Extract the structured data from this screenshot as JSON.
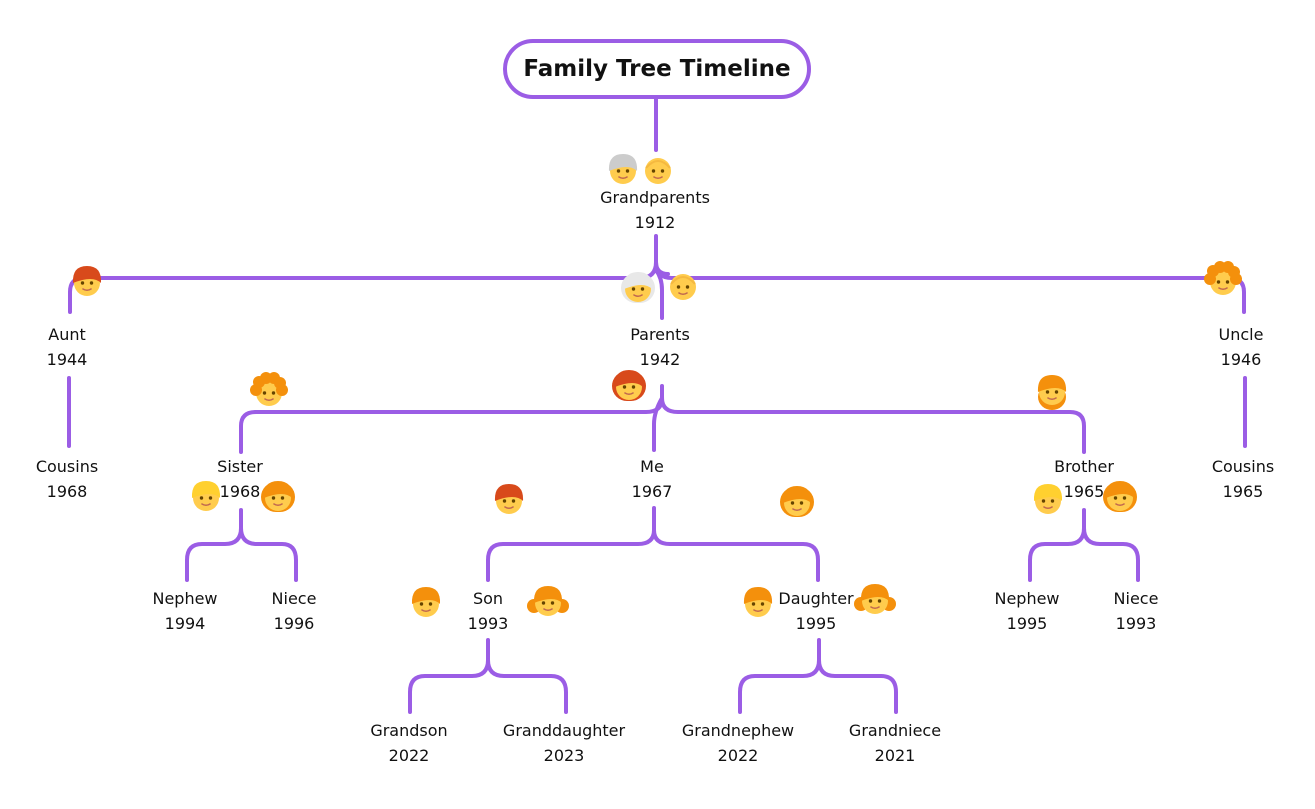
{
  "title": "Family Tree Timeline",
  "colors": {
    "line": "#9b5de5",
    "skin": "#ffcc4d",
    "hair_orange": "#f4900c",
    "hair_red": "#d84a1b",
    "hair_yellow": "#ffd02f",
    "hair_gray": "#cccccc",
    "hair_white": "#e8e8e8"
  },
  "members": [
    {
      "id": "grandparents",
      "name": "Grandparents",
      "year": "1912"
    },
    {
      "id": "aunt",
      "name": "Aunt",
      "year": "1944"
    },
    {
      "id": "parents",
      "name": "Parents",
      "year": "1942"
    },
    {
      "id": "uncle",
      "name": "Uncle",
      "year": "1946"
    },
    {
      "id": "cousins-left",
      "name": "Cousins",
      "year": "1968"
    },
    {
      "id": "sister",
      "name": "Sister",
      "year": "1968"
    },
    {
      "id": "me",
      "name": "Me",
      "year": "1967"
    },
    {
      "id": "brother",
      "name": "Brother",
      "year": "1965"
    },
    {
      "id": "cousins-right",
      "name": "Cousins",
      "year": "1965"
    },
    {
      "id": "nephew-left",
      "name": "Nephew",
      "year": "1994"
    },
    {
      "id": "niece-left",
      "name": "Niece",
      "year": "1996"
    },
    {
      "id": "son",
      "name": "Son",
      "year": "1993"
    },
    {
      "id": "daughter",
      "name": "Daughter",
      "year": "1995"
    },
    {
      "id": "nephew-right",
      "name": "Nephew",
      "year": "1995"
    },
    {
      "id": "niece-right",
      "name": "Niece",
      "year": "1993"
    },
    {
      "id": "grandson",
      "name": "Grandson",
      "year": "2022"
    },
    {
      "id": "granddaughter",
      "name": "Granddaughter",
      "year": "2023"
    },
    {
      "id": "grandnephew",
      "name": "Grandnephew",
      "year": "2022"
    },
    {
      "id": "grandniece",
      "name": "Grandniece",
      "year": "2021"
    }
  ],
  "icons": [
    {
      "name": "old-man-icon",
      "hair": "gray"
    },
    {
      "name": "old-woman-icon",
      "hair": "bald"
    },
    {
      "name": "woman-red-hair-icon",
      "hair": "red"
    },
    {
      "name": "old-woman-white-hair-icon",
      "hair": "white"
    },
    {
      "name": "man-bald-icon",
      "hair": "bald"
    },
    {
      "name": "man-curly-hair-icon",
      "hair": "orange-curly"
    },
    {
      "name": "woman-curly-hair-icon",
      "hair": "orange-curly"
    },
    {
      "name": "woman-red-long-hair-icon",
      "hair": "red-long"
    },
    {
      "name": "man-bearded-icon",
      "hair": "orange-beard"
    },
    {
      "name": "blond-boy-icon",
      "hair": "yellow"
    },
    {
      "name": "woman-orange-hair-icon",
      "hair": "orange-long"
    },
    {
      "name": "red-haired-child-icon",
      "hair": "red"
    },
    {
      "name": "woman-orange-hair-icon",
      "hair": "orange-long"
    },
    {
      "name": "blond-boy-icon",
      "hair": "yellow"
    },
    {
      "name": "woman-orange-hair-icon",
      "hair": "orange-long"
    },
    {
      "name": "boy-icon",
      "hair": "orange"
    },
    {
      "name": "girl-pigtails-icon",
      "hair": "orange-pigtails"
    },
    {
      "name": "boy-icon",
      "hair": "orange"
    },
    {
      "name": "girl-pigtails-icon",
      "hair": "orange-pigtails"
    }
  ]
}
